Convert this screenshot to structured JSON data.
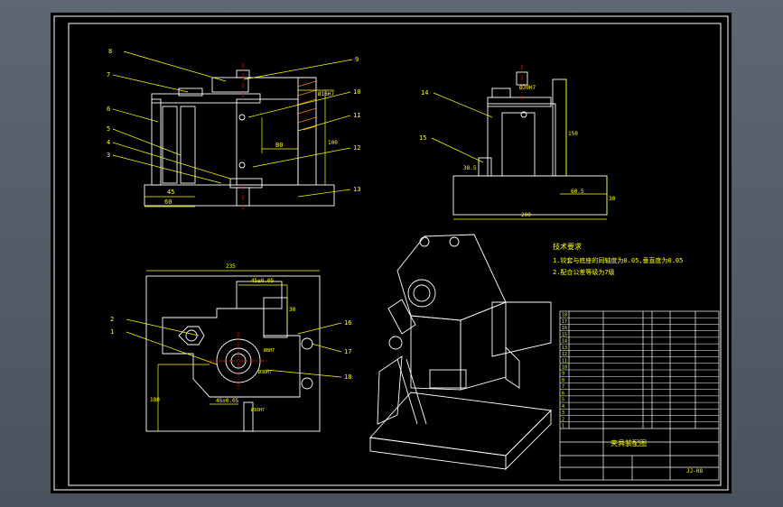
{
  "colors": {
    "viewport_bg": "#5d6673",
    "sheet_bg": "#000000",
    "frame": "#ffffff",
    "part_lines": "#ffffff",
    "dimension_lines": "#ffff00",
    "center_lines": "#ff0000",
    "hatch": "#ff8000"
  },
  "front_view": {
    "balloons": [
      "8",
      "7",
      "6",
      "5",
      "4",
      "3",
      "9",
      "10",
      "11",
      "12",
      "13"
    ],
    "dims": {
      "d1": "45",
      "d2": "60",
      "d3": "80",
      "d4": "Ø16H7",
      "d5": "100"
    }
  },
  "side_view": {
    "balloons": [
      "14",
      "15"
    ],
    "dims": {
      "d1": "Ø30H7",
      "d2": "38.5",
      "d3": "150",
      "d4": "60.5",
      "d5": "30",
      "d6": "200"
    }
  },
  "top_view": {
    "balloons": [
      "2",
      "1",
      "16",
      "17",
      "18"
    ],
    "dims": {
      "d1": "235",
      "d2": "45±0.05",
      "d3": "45±0.05",
      "d4": "30",
      "d5": "180",
      "d6": "Ø8H7",
      "d7": "Ø30H7",
      "d8": "Ø16H7"
    }
  },
  "tech_requirements": {
    "title": "技术要求",
    "lines": [
      "1.铰套与底座的同轴度为0.05,垂直度为0.05",
      "2.配合公差等级为7级"
    ]
  },
  "title_block": {
    "drawing_title": "夹具装配图",
    "drawing_number": "JJ-08",
    "bom_rows": [
      "18",
      "17",
      "16",
      "15",
      "14",
      "13",
      "12",
      "11",
      "10",
      "9",
      "8",
      "7",
      "6",
      "5",
      "4",
      "3",
      "2",
      "1"
    ]
  }
}
